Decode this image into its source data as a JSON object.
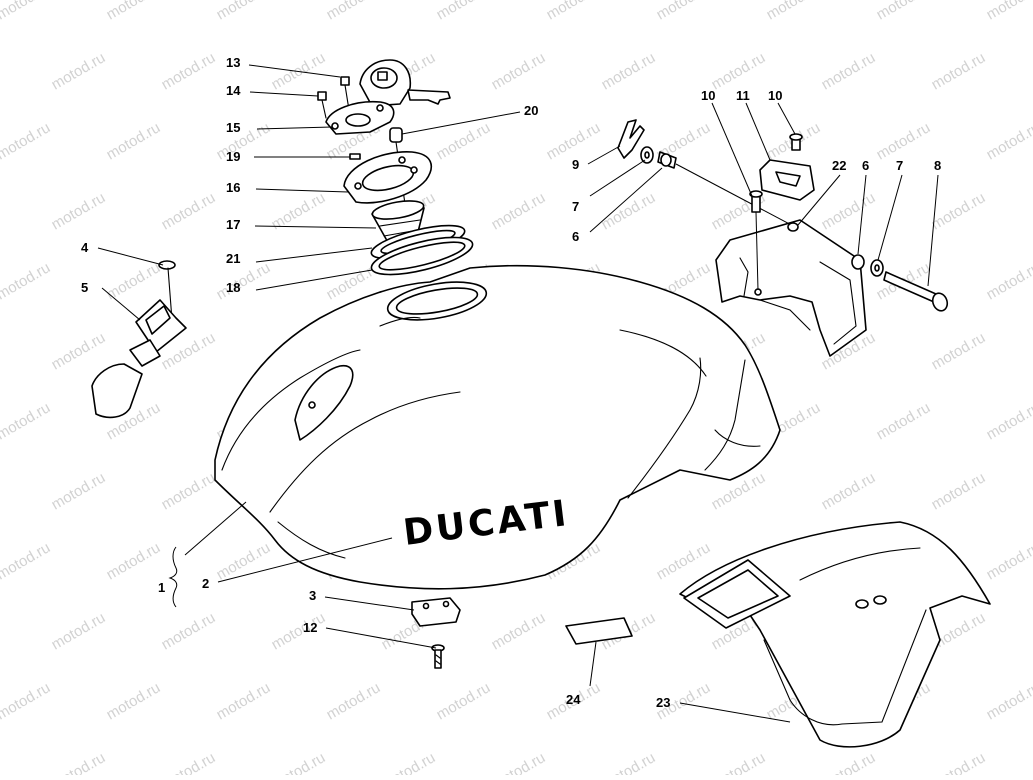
{
  "watermark": {
    "text": "motod.ru"
  },
  "brand_label": "DUCATI",
  "callouts": [
    "13",
    "14",
    "15",
    "19",
    "16",
    "17",
    "21",
    "18",
    "20",
    "4",
    "5",
    "1",
    "2",
    "3",
    "12",
    "24",
    "23",
    "9",
    "7",
    "6",
    "10",
    "11",
    "10",
    "22",
    "6",
    "7",
    "8"
  ]
}
